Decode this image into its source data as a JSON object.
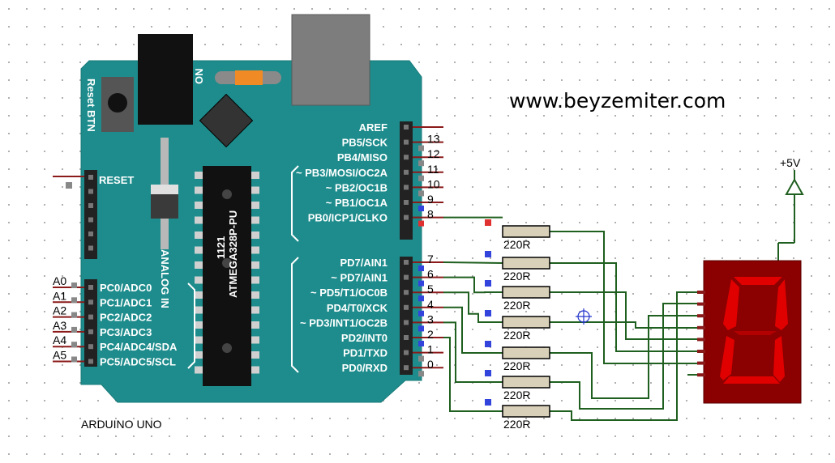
{
  "board": {
    "name": "ARDUINO UNO",
    "reset_btn_label": "Reset BTN",
    "on_label": "ON",
    "analog_in_label": "ANALOG IN",
    "reset_label": "RESET",
    "chip_code": "1121",
    "chip_name": "ATMEGA328P-PU"
  },
  "website": "www.beyzemiter.com",
  "digital_pins": [
    {
      "label": "AREF",
      "num": ""
    },
    {
      "label": "PB5/SCK",
      "num": "13"
    },
    {
      "label": "PB4/MISO",
      "num": "12"
    },
    {
      "label": "~ PB3/MOSI/OC2A",
      "num": "11"
    },
    {
      "label": "~ PB2/OC1B",
      "num": "10"
    },
    {
      "label": "~ PB1/OC1A",
      "num": "9"
    },
    {
      "label": "PB0/ICP1/CLKO",
      "num": "8"
    },
    {
      "label": "PD7/AIN1",
      "num": "7"
    },
    {
      "label": "~ PD7/AIN1",
      "num": "6"
    },
    {
      "label": "~ PD5/T1/OC0B",
      "num": "5"
    },
    {
      "label": "PD4/T0/XCK",
      "num": "4"
    },
    {
      "label": "~ PD3/INT1/OC2B",
      "num": "3"
    },
    {
      "label": "PD2/INT0",
      "num": "2"
    },
    {
      "label": "PD1/TXD",
      "num": "1"
    },
    {
      "label": "PD0/RXD",
      "num": "0"
    }
  ],
  "analog_pins": [
    {
      "ext": "A0",
      "label": "PC0/ADC0"
    },
    {
      "ext": "A1",
      "label": "PC1/ADC1"
    },
    {
      "ext": "A2",
      "label": "PC2/ADC2"
    },
    {
      "ext": "A3",
      "label": "PC3/ADC3"
    },
    {
      "ext": "A4",
      "label": "PC4/ADC4/SDA"
    },
    {
      "ext": "A5",
      "label": "PC5/ADC5/SCL"
    }
  ],
  "resistors": [
    "220R",
    "220R",
    "220R",
    "220R",
    "220R",
    "220R",
    "220R"
  ],
  "power_label": "+5V",
  "colors": {
    "board": "#1e8c8c",
    "wire": "#1f5f1f",
    "pin_line": "#8b1a1a",
    "display_bg": "#8b0000",
    "segment_on": "#e00000",
    "resistor": "#d8d0b8"
  }
}
